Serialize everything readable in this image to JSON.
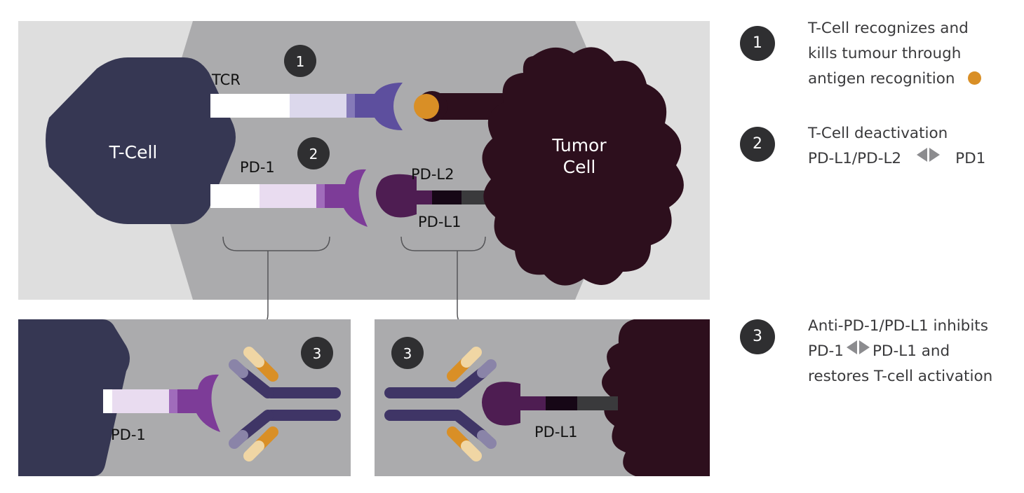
{
  "diagram": {
    "tcell_label": "T-Cell",
    "tumor_label_line1": "Tumor",
    "tumor_label_line2": "Cell",
    "tcr_label": "TCR",
    "pd1_label": "PD-1",
    "pdl2_label": "PD-L2",
    "pdl1_label": "PD-L1",
    "badge_1": "1",
    "badge_2": "2",
    "bottom_left_pd1_label": "PD-1",
    "bottom_left_badge": "3",
    "bottom_right_badge": "3",
    "bottom_right_pdl1_label": "PD-L1"
  },
  "legend": {
    "item1": {
      "number": "1",
      "line1": "T-Cell recognizes and",
      "line2": "kills tumour through",
      "line3": "antigen recognition"
    },
    "item2": {
      "number": "2",
      "line1": "T-Cell deactivation",
      "line2_left": "PD-L1/PD-L2",
      "line2_right": "PD1"
    },
    "item3": {
      "number": "3",
      "line1": "Anti-PD-1/PD-L1 inhibits",
      "line2_left": "PD-1",
      "line2_right": "PD-L1 and",
      "line3": "restores T-cell activation"
    }
  },
  "colors": {
    "tcell": "#363753",
    "tumor": "#2d0f1d",
    "antigen": "#d98f26",
    "panel_bg": "#dedede",
    "panel_mid": "#ababad",
    "tcr_receptor": "#5d4f9e",
    "pd1_receptor": "#7d3c98",
    "pdl_ligand": "#4e1d52",
    "antibody": "#3f3566"
  }
}
